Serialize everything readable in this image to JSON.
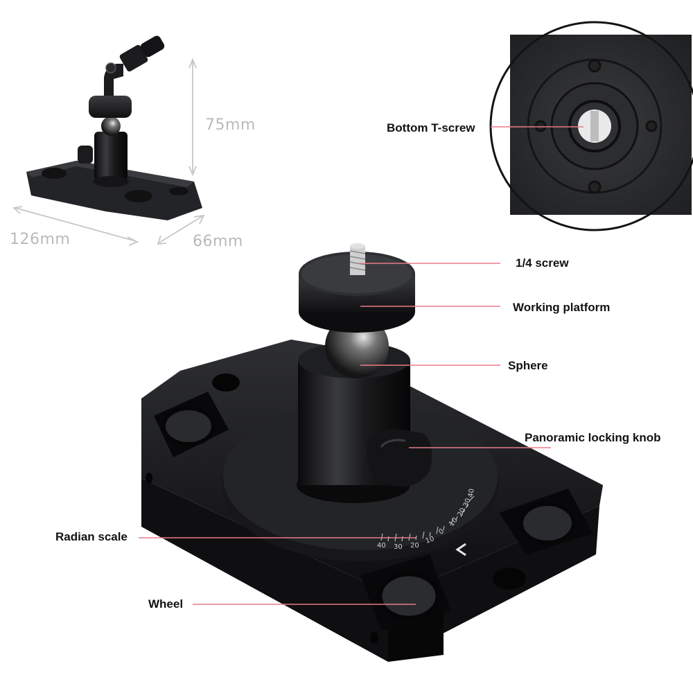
{
  "dimensions": {
    "height": "75mm",
    "length": "126mm",
    "width": "66mm"
  },
  "callouts": {
    "bottom_t_screw": "Bottom T-screw",
    "quarter_screw": "1/4 screw",
    "working_platform": "Working platform",
    "sphere": "Sphere",
    "panoramic_knob": "Panoramic locking knob",
    "radian_scale": "Radian scale",
    "wheel": "Wheel"
  },
  "scale_ticks": [
    "40",
    "30",
    "20",
    "10",
    "0",
    "10",
    "20",
    "30",
    "40"
  ],
  "colors": {
    "leader_line": "#e87c86",
    "product_body": "#1b1b1d",
    "dimension_text": "#b9b9b9",
    "inset_bg": "#2a2b2e"
  }
}
